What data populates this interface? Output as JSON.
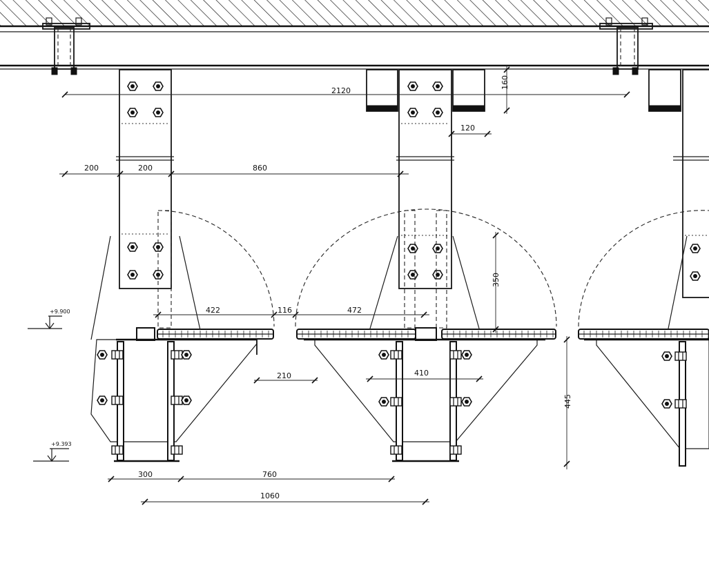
{
  "dimensions": {
    "d2120": "2120",
    "d160": "160",
    "d120": "120",
    "d200a": "200",
    "d200b": "200",
    "d860": "860",
    "d422": "422",
    "d116": "116",
    "d472": "472",
    "d350": "350",
    "d210": "210",
    "d410": "410",
    "d445": "445",
    "d300": "300",
    "d760": "760",
    "d1060": "1060"
  },
  "levels": {
    "upper": "+9.900",
    "lower": "+9.393"
  }
}
